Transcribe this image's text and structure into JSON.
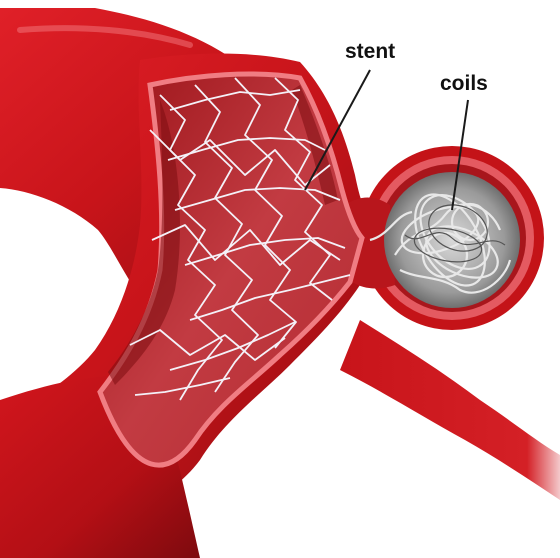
{
  "labels": {
    "stent": "stent",
    "coils": "coils"
  },
  "colors": {
    "vessel_outer": "#c8141a",
    "vessel_dark": "#8f0d11",
    "vessel_highlight": "#e8454a",
    "vessel_inner": "#a4141a",
    "lumen": "#d85a62",
    "stent_wire": "#f4f1f8",
    "coil_gray": "#b9b9b9",
    "coil_dark": "#6e6e6e",
    "leader": "#1a1a1a"
  },
  "icons": {
    "vessel": "blood-vessel-illustration",
    "stent": "stent-mesh-icon",
    "coils": "coil-mass-icon"
  }
}
